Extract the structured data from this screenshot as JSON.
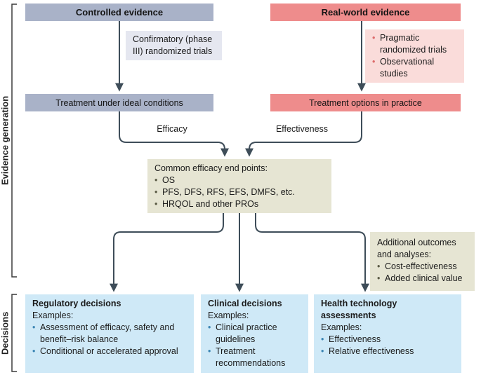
{
  "side_labels": {
    "evidence_generation": "Evidence generation",
    "decisions": "Decisions"
  },
  "controlled": {
    "header": "Controlled evidence",
    "note": "Confirmatory (phase III) randomized trials",
    "treatment_box": "Treatment under ideal conditions",
    "arrow_label": "Efficacy"
  },
  "real_world": {
    "header": "Real-world evidence",
    "note_items": [
      "Pragmatic randomized trials",
      "Observational studies"
    ],
    "treatment_box": "Treatment options in practice",
    "arrow_label": "Effectiveness"
  },
  "common_endpoints": {
    "title": "Common efficacy end points:",
    "items": [
      "OS",
      "PFS, DFS, RFS, EFS, DMFS, etc.",
      "HRQOL and other PROs"
    ]
  },
  "additional_outcomes": {
    "title": "Additional outcomes and analyses:",
    "items": [
      "Cost-effectiveness",
      "Added clinical value"
    ]
  },
  "decisions": [
    {
      "title": "Regulatory decisions",
      "examples_label": "Examples:",
      "items": [
        "Assessment of efficacy, safety and benefit–risk balance",
        "Conditional or accelerated approval"
      ]
    },
    {
      "title": "Clinical decisions",
      "examples_label": "Examples:",
      "items": [
        "Clinical practice guidelines",
        "Treatment recommendations"
      ]
    },
    {
      "title": "Health technology assessments",
      "examples_label": "Examples:",
      "items": [
        "Effectiveness",
        "Relative effectiveness"
      ]
    }
  ],
  "colors": {
    "slate_header": "#a9b2c8",
    "pink_header": "#ee8c8c",
    "lavender_note": "#e5e7f0",
    "light_pink_note": "#fadcda",
    "olive_box": "#e6e5d3",
    "light_blue_box": "#cfe9f7",
    "arrow": "#3e4d59"
  }
}
